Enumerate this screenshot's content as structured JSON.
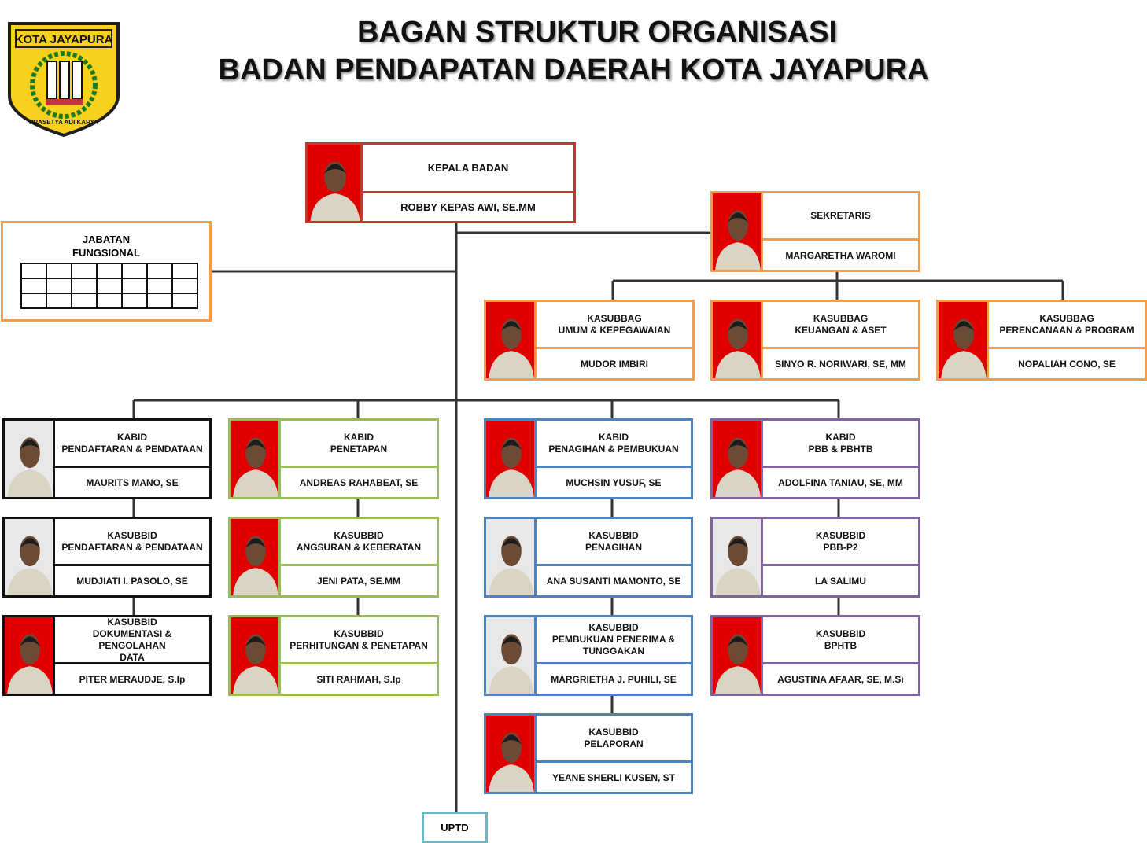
{
  "header": {
    "title_line1": "BAGAN STRUKTUR ORGANISASI",
    "title_line2": "BADAN PENDAPATAN DAERAH KOTA JAYAPURA"
  },
  "logo": {
    "top_text": "KOTA JAYAPURA",
    "motto": "PRASETYA ADI KARYA",
    "shield_color": "#f7d11e",
    "border_color": "#1f1f1f"
  },
  "colors": {
    "head": "#c0392b",
    "secretariat": "#f39c4b",
    "black": "#111111",
    "green": "#9bbb59",
    "blue": "#4f81bd",
    "purple": "#8064a2",
    "uptd": "#6fb6c2",
    "photo_bg": "#e00000"
  },
  "head": {
    "role": "KEPALA BADAN",
    "name": "ROBBY KEPAS AWI, SE.MM"
  },
  "secretary": {
    "role": "SEKRETARIS",
    "name": "MARGARETHA WAROMI"
  },
  "functional": {
    "label": "JABATAN\nFUNGSIONAL"
  },
  "subsections": [
    {
      "role": "KASUBBAG\nUMUM & KEPEGAWAIAN",
      "name": "MUDOR IMBIRI"
    },
    {
      "role": "KASUBBAG\nKEUANGAN & ASET",
      "name": "SINYO R. NORIWARI, SE, MM"
    },
    {
      "role": "KASUBBAG\nPERENCANAAN & PROGRAM",
      "name": "NOPALIAH CONO, SE"
    }
  ],
  "divisions": [
    {
      "head": {
        "role": "KABID\nPENDAFTARAN & PENDATAAN",
        "name": "MAURITS MANO, SE"
      },
      "units": [
        {
          "role": "KASUBBID\nPENDAFTARAN & PENDATAAN",
          "name": "MUDJIATI  I. PASOLO, SE"
        },
        {
          "role": "KASUBBID\nDOKUMENTASI & PENGOLAHAN\nDATA",
          "name": "PITER MERAUDJE, S.Ip"
        }
      ]
    },
    {
      "head": {
        "role": "KABID\nPENETAPAN",
        "name": "ANDREAS RAHABEAT, SE"
      },
      "units": [
        {
          "role": "KASUBBID\nANGSURAN & KEBERATAN",
          "name": "JENI PATA, SE.MM"
        },
        {
          "role": "KASUBBID\nPERHITUNGAN & PENETAPAN",
          "name": "SITI RAHMAH, S.Ip"
        }
      ]
    },
    {
      "head": {
        "role": "KABID\nPENAGIHAN & PEMBUKUAN",
        "name": "MUCHSIN YUSUF, SE"
      },
      "units": [
        {
          "role": "KASUBBID\nPENAGIHAN",
          "name": "ANA SUSANTI MAMONTO, SE"
        },
        {
          "role": "KASUBBID\nPEMBUKUAN PENERIMA &\nTUNGGAKAN",
          "name": "MARGRIETHA J. PUHILI, SE"
        },
        {
          "role": "KASUBBID\nPELAPORAN",
          "name": "YEANE SHERLI KUSEN, ST"
        }
      ]
    },
    {
      "head": {
        "role": "KABID\nPBB & PBHTB",
        "name": "ADOLFINA TANIAU, SE, MM"
      },
      "units": [
        {
          "role": "KASUBBID\nPBB-P2",
          "name": "LA SALIMU"
        },
        {
          "role": "KASUBBID\nBPHTB",
          "name": "AGUSTINA AFAAR, SE, M.Si"
        }
      ]
    }
  ],
  "uptd": {
    "label": "UPTD"
  }
}
